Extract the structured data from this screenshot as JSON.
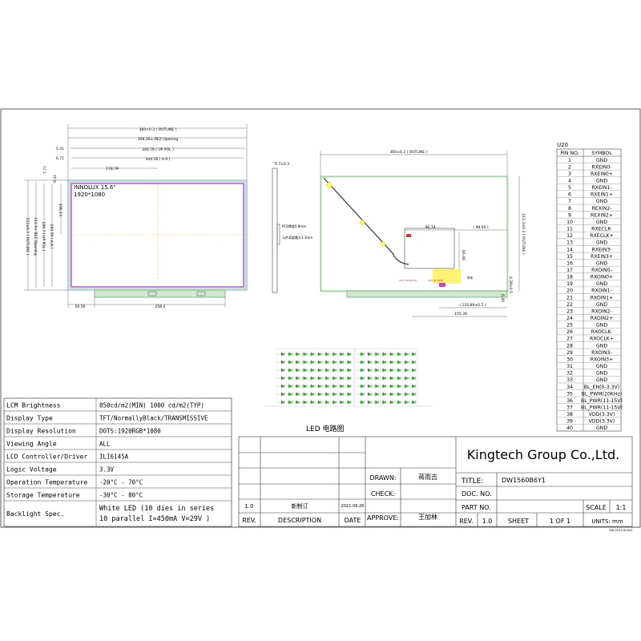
{
  "front_view": {
    "dims": {
      "outline": "360±0.3 ( OUTLINE )",
      "bez_opening": "349.26± BEZ Opening",
      "up_pol": "346.76 ( UP POL )",
      "aa": "344.16 ( A.A )",
      "offset_541": "5.41",
      "offset_671": "6.71",
      "offset_7779": "7.77",
      "offset_932": "9.32",
      "width_17879": "178.79",
      "h_outline": "222±0.3 ( OUTLINE )",
      "h_bez": "212.9± BEZ Opening",
      "h_up_pol": "196.7 ( UP POL )",
      "h_aa": "193.59 ( A.A )",
      "h_half": "196.13",
      "bottom_5056": "50.56",
      "bottom_2584": "258.4"
    },
    "panel_label": "INNOLUX 15.6\"",
    "panel_res": "1920*1080"
  },
  "side_view": {
    "thickness": "5.7±0.3",
    "note1": "PCB厚度0.8mm",
    "note2": "元件高度最大3.3mm"
  },
  "back_view": {
    "outline": "360±0.3 ( OUTLINE )",
    "h_outline": "212.3±0.3 ( OUTLINE )",
    "d_9674": "96.74",
    "d_9865": "( 98.65 )",
    "d_6646": "66.46",
    "d_428": "4.28±0.5",
    "d_640": "6.40",
    "d_12089": "( 120.89±0.5 )",
    "d_15539": "155.39",
    "note_screw": "带电",
    "note_small1": "CN1 30PIN FPC",
    "note_small2": "CN2 BL 6PIN"
  },
  "led_circuit_label": "LED  电路图",
  "pin_table": {
    "title": "U20",
    "header_pin": "PIN NO.",
    "header_symbol": "SYMBOL",
    "rows": [
      [
        "1",
        "GND"
      ],
      [
        "2",
        "RXEIN0-"
      ],
      [
        "3",
        "RXEIN0+"
      ],
      [
        "4",
        "GND"
      ],
      [
        "5",
        "RXEIN1-"
      ],
      [
        "6",
        "RXEIN1+"
      ],
      [
        "7",
        "GND"
      ],
      [
        "8",
        "REXIN2-"
      ],
      [
        "9",
        "REXIN2+"
      ],
      [
        "10",
        "GND"
      ],
      [
        "11",
        "RXECLK-"
      ],
      [
        "12",
        "RXECLK+"
      ],
      [
        "13",
        "GND"
      ],
      [
        "14",
        "RXEIN3-"
      ],
      [
        "15",
        "RXEIN3+"
      ],
      [
        "16",
        "GND"
      ],
      [
        "17",
        "RXOIN0-"
      ],
      [
        "18",
        "RXOIN0+"
      ],
      [
        "19",
        "GND"
      ],
      [
        "20",
        "RXOIN1-"
      ],
      [
        "21",
        "RXOIN1+"
      ],
      [
        "22",
        "GND"
      ],
      [
        "23",
        "RXOIN2-"
      ],
      [
        "24",
        "RXOIN2+"
      ],
      [
        "25",
        "GND"
      ],
      [
        "26",
        "RXOCLK-"
      ],
      [
        "27",
        "RXOCLK+"
      ],
      [
        "28",
        "GND"
      ],
      [
        "29",
        "RXOIN3-"
      ],
      [
        "30",
        "RXOIN3+"
      ],
      [
        "31",
        "GND"
      ],
      [
        "32",
        "GND"
      ],
      [
        "33",
        "GND"
      ],
      [
        "34",
        "BL_EN(0-3.3V)"
      ],
      [
        "35",
        "BL_PWM(20KHz)"
      ],
      [
        "36",
        "BL_PWR(11-15V)"
      ],
      [
        "37",
        "BL_PWR(11-15V)"
      ],
      [
        "38",
        "VDD(3.3V)"
      ],
      [
        "39",
        "VDD(3.3V)"
      ],
      [
        "40",
        "GND"
      ]
    ]
  },
  "spec_table": [
    {
      "label": "LCM Brightness",
      "value": "850cd/m2(MIN) 1000 cd/m2(TYP)"
    },
    {
      "label": "Display Type",
      "value": "TFT/NormallyBlack/TRANSMISSIVE"
    },
    {
      "label": "Display Resolution",
      "value": "DOTS:1920RGB*1080"
    },
    {
      "label": "Viewing Angle",
      "value": "ALL"
    },
    {
      "label": "LCD Controller/Driver",
      "value": "ILI6145A"
    },
    {
      "label": "Logic Voltage",
      "value": "3.3V"
    },
    {
      "label": "Operation Temperature",
      "value": "-20°C - 70°C"
    },
    {
      "label": "Storage Temperature",
      "value": "-30°C - 80°C"
    },
    {
      "label": "Backlight Spec.",
      "value": "White LED (10 dies in series 10 parallel  I=450mA  V=29V )"
    }
  ],
  "title_block": {
    "company": "Kingtech Group Co.,Ltd.",
    "drawn_label": "DRAWN:",
    "drawn_value": "蒋雨吉",
    "check_label": "CHECK:",
    "approve_label": "APPROVE:",
    "approve_value": "王加林",
    "title_label": "TITLE:",
    "title_value": "DW1560B6Y1",
    "doc_label": "DOC. NO.",
    "part_label": "PART NO.",
    "scale_label": "SCALE",
    "scale_value": "1:1",
    "rev_label": "REV.",
    "rev_value": "1.0",
    "sheet_label": "SHEET",
    "sheet_value": "1 OF 1",
    "units_label": "UNITS: mm",
    "rev_row_rev": "1.0",
    "rev_row_desc": "新制订",
    "rev_row_date": "2021.09.26",
    "hdr_rev": "REV.",
    "hdr_desc": "DESCRIPTION",
    "hdr_date": "DATE",
    "doc_code": "DW-2013-DC004"
  }
}
